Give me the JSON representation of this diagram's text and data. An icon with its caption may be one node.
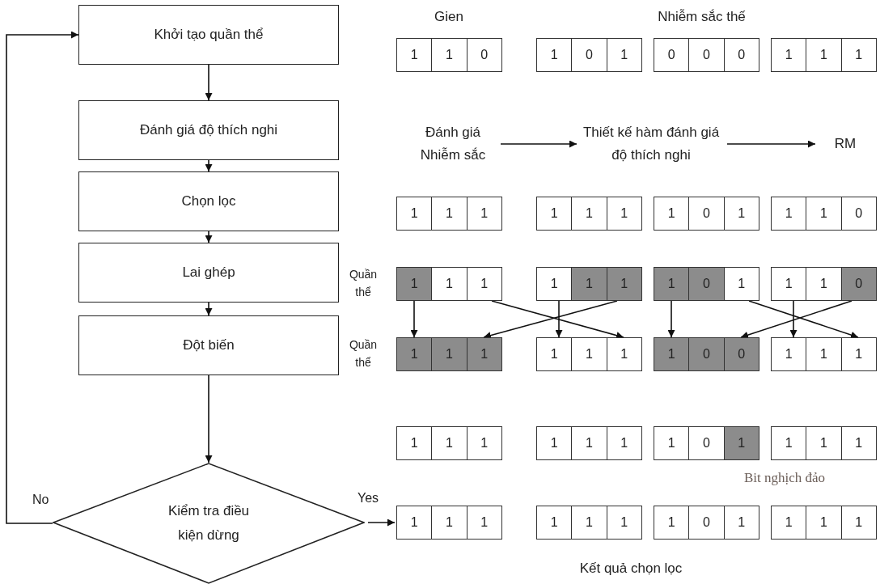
{
  "diagram": {
    "nodes": [
      {
        "text": [
          "Khởi tạo quần thể"
        ]
      },
      {
        "text": [
          "Đánh giá độ thích nghi"
        ]
      },
      {
        "text": [
          "Chọn lọc"
        ]
      },
      {
        "text": [
          "Lai ghép"
        ]
      },
      {
        "text": [
          "Đột biến"
        ]
      },
      {
        "text": [
          "Kiểm tra điều kiện dừng"
        ]
      },
      {
        "text": [
          "1",
          "1",
          "0"
        ]
      },
      {
        "text": [
          "1",
          "0",
          "1"
        ]
      },
      {
        "text": [
          "0",
          "0",
          "0"
        ]
      },
      {
        "text": [
          "1",
          "1",
          "1"
        ]
      },
      {
        "text": [
          "Đánh giá Nhiễm sắc"
        ]
      },
      {
        "text": [
          "Thiết kế hàm đánh giá độ thích nghi"
        ]
      },
      {
        "text": [
          "RM"
        ]
      },
      {
        "text": [
          "1",
          "1",
          "1"
        ]
      },
      {
        "text": [
          "1",
          "1",
          "1"
        ]
      },
      {
        "text": [
          "1",
          "0",
          "1"
        ]
      },
      {
        "text": [
          "1",
          "1",
          "0"
        ]
      },
      {
        "text": [
          "1",
          "1",
          "1"
        ]
      },
      {
        "text": [
          "1",
          "1",
          "1"
        ]
      },
      {
        "text": [
          "1",
          "0",
          "1"
        ]
      },
      {
        "text": [
          "1",
          "1",
          "0"
        ]
      },
      {
        "text": [
          "1",
          "1",
          "1"
        ]
      },
      {
        "text": [
          "1",
          "1",
          "1"
        ]
      },
      {
        "text": [
          "1",
          "0",
          "0"
        ]
      },
      {
        "text": [
          "1",
          "1",
          "1"
        ]
      },
      {
        "text": [
          "1",
          "1",
          "1"
        ]
      },
      {
        "text": [
          "1",
          "1",
          "1"
        ]
      },
      {
        "text": [
          "1",
          "0",
          "1"
        ]
      },
      {
        "text": [
          "1",
          "1",
          "1"
        ]
      },
      {
        "text": [
          "1",
          "1",
          "1"
        ]
      },
      {
        "text": [
          "1",
          "1",
          "1"
        ]
      },
      {
        "text": [
          "1",
          "0",
          "1"
        ]
      },
      {
        "text": [
          "1",
          "1",
          "1"
        ]
      }
    ],
    "edges": [
      {
        "from": 0,
        "to": 1,
        "arrow": "to"
      },
      {
        "from": 1,
        "to": 2,
        "arrow": "to"
      },
      {
        "from": 2,
        "to": 3,
        "arrow": "to"
      },
      {
        "from": 3,
        "to": 4,
        "arrow": "to"
      },
      {
        "from": 4,
        "to": 5,
        "arrow": "to"
      },
      {
        "from": 5,
        "to": 0,
        "arrow": "to",
        "label": "No"
      },
      {
        "from": 5,
        "to": 29,
        "arrow": "to",
        "label": "Yes"
      },
      {
        "from": 10,
        "to": 11,
        "arrow": "to"
      },
      {
        "from": 11,
        "to": 12,
        "arrow": "to"
      },
      {
        "from": 17,
        "to": 21,
        "arrow": "to"
      },
      {
        "from": 17,
        "to": 22,
        "arrow": "to"
      },
      {
        "from": 18,
        "to": 22,
        "arrow": "to"
      },
      {
        "from": 18,
        "to": 21,
        "arrow": "to"
      },
      {
        "from": 19,
        "to": 23,
        "arrow": "to"
      },
      {
        "from": 19,
        "to": 24,
        "arrow": "to"
      },
      {
        "from": 20,
        "to": 24,
        "arrow": "to"
      },
      {
        "from": 20,
        "to": 23,
        "arrow": "to"
      }
    ],
    "labels": [
      "Gien",
      "Nhiễm sắc thế",
      "Quần thể",
      "Quần thể",
      "Bit nghịch đảo",
      "Kết quả chọn lọc"
    ]
  }
}
